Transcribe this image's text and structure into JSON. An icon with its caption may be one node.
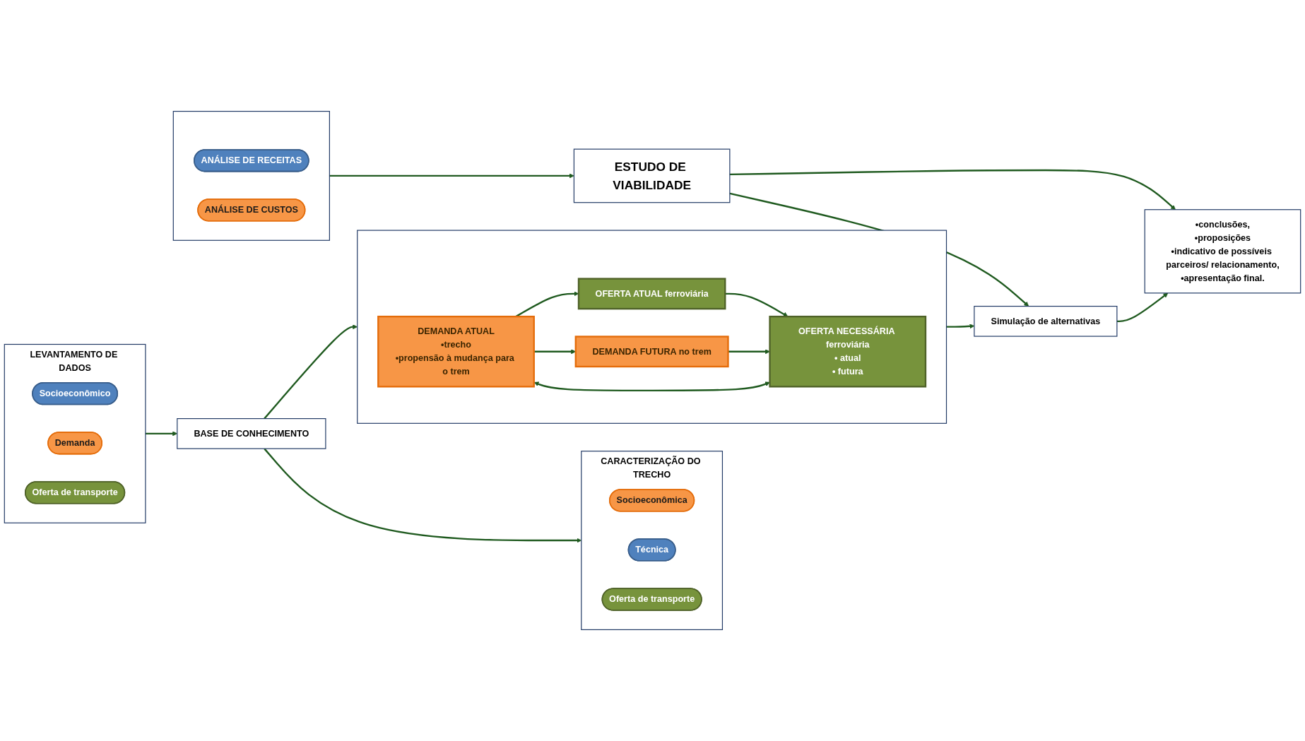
{
  "diagram": {
    "nodes": [
      {
        "text": [
          "LEVANTAMENTO DE DADOS"
        ]
      },
      {
        "text": [
          "Socioeconômico"
        ],
        "in": 0
      },
      {
        "text": [
          "Demanda"
        ],
        "in": 0
      },
      {
        "text": [
          "Oferta de transporte"
        ],
        "in": 0
      },
      {
        "text": [
          "BASE DE CONHECIMENTO"
        ]
      },
      {
        "text": [
          "CARACTERIZAÇÃO DO TRECHO"
        ]
      },
      {
        "text": [
          "Socioeconômica"
        ],
        "in": 5
      },
      {
        "text": [
          "Técnica"
        ],
        "in": 5
      },
      {
        "text": [
          "Oferta de transporte"
        ],
        "in": 5
      },
      {
        "text": [],
        "shape": "box"
      },
      {
        "text": [
          "DEMANDA ATUAL",
          "•trecho",
          "•propensão à mudança para o trem"
        ],
        "in": 9
      },
      {
        "text": [
          "OFERTA ATUAL ferroviária"
        ],
        "in": 9
      },
      {
        "text": [
          "DEMANDA FUTURA no trem"
        ],
        "in": 9
      },
      {
        "text": [
          "OFERTA NECESSÁRIA ferroviária",
          "• atual",
          "• futura"
        ],
        "in": 9
      },
      {
        "text": [],
        "shape": "box"
      },
      {
        "text": [
          "ANÁLISE DE RECEITAS"
        ],
        "in": 14
      },
      {
        "text": [
          "ANÁLISE DE CUSTOS"
        ],
        "in": 14
      },
      {
        "text": [
          "ESTUDO DE VIABILIDADE"
        ]
      },
      {
        "text": [
          "Simulação de alternativas"
        ]
      },
      {
        "text": [
          "•conclusões,",
          "•proposições",
          "•indicativo de possíveis parceiros/ relacionamento,",
          "•apresentação final."
        ]
      }
    ],
    "edges": [
      {
        "from": 0,
        "to": 4,
        "arrow": "to"
      },
      {
        "from": 4,
        "to": 5,
        "arrow": "to"
      },
      {
        "from": 4,
        "to": 9,
        "arrow": "to"
      },
      {
        "from": 10,
        "to": 11,
        "arrow": "to"
      },
      {
        "from": 10,
        "to": 12,
        "arrow": "to"
      },
      {
        "from": 11,
        "to": 13,
        "arrow": "to"
      },
      {
        "from": 12,
        "to": 13,
        "arrow": "to"
      },
      {
        "from": 10,
        "to": 13,
        "arrow": "both"
      },
      {
        "from": 9,
        "to": 18,
        "arrow": "to"
      },
      {
        "from": 14,
        "to": 17,
        "arrow": "to"
      },
      {
        "from": 17,
        "to": 18,
        "arrow": "to"
      },
      {
        "from": 18,
        "to": 19,
        "arrow": "to"
      },
      {
        "from": 17,
        "to": 19,
        "arrow": "to"
      }
    ]
  }
}
